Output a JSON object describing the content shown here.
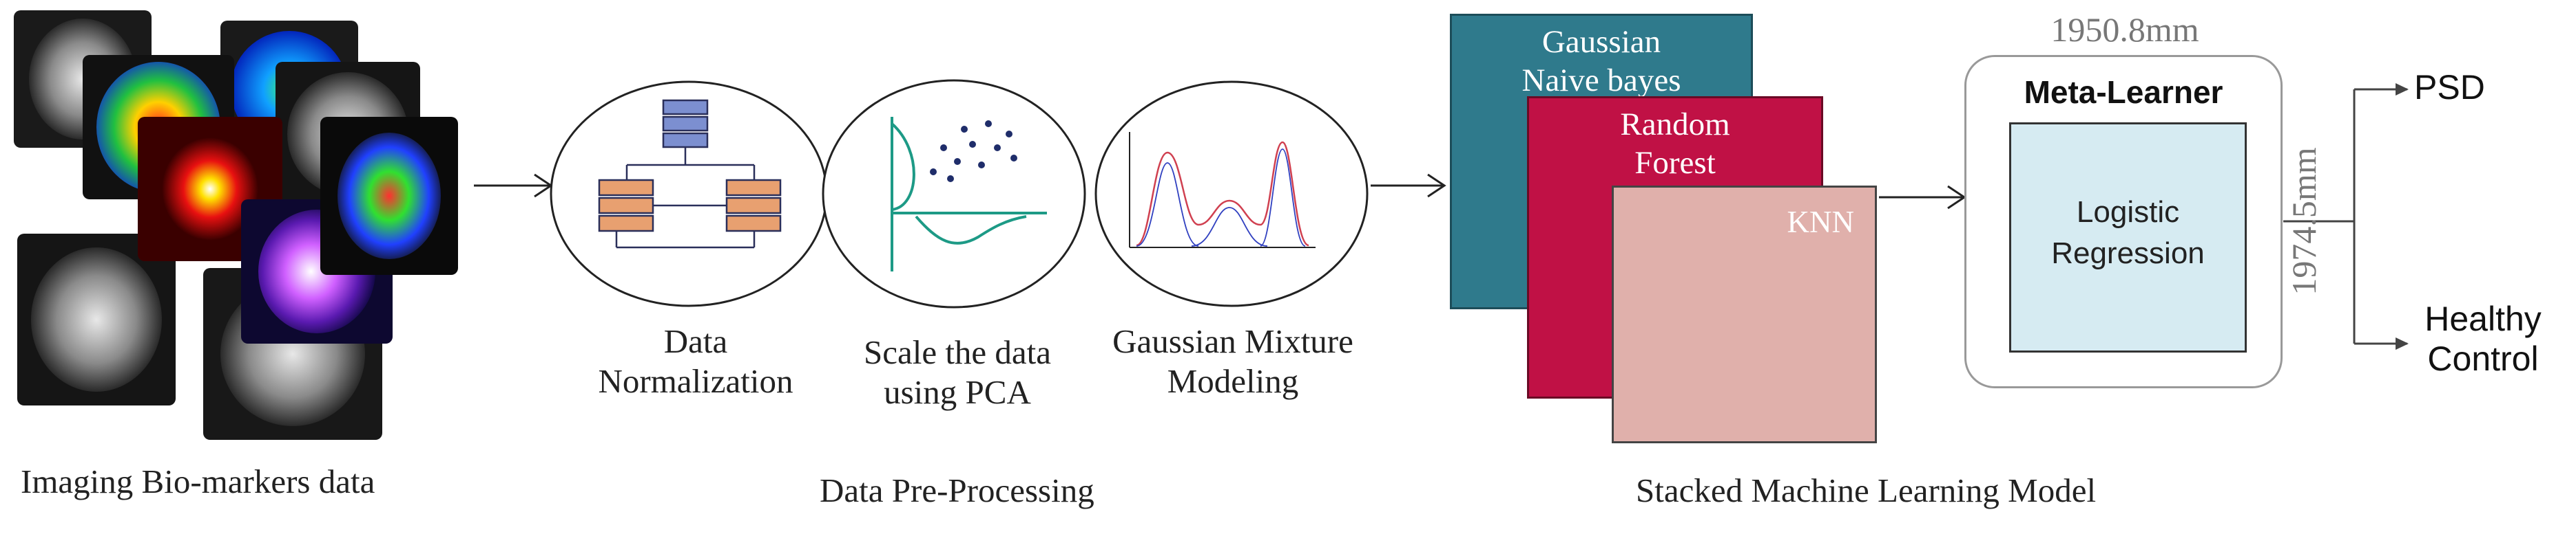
{
  "captions": {
    "imaging": "Imaging Bio-markers data",
    "preprocessing": "Data Pre-Processing",
    "stacked": "Stacked Machine Learning  Model"
  },
  "steps": {
    "normalization": [
      "Data",
      "Normalization"
    ],
    "pca": [
      "Scale the data",
      "using PCA"
    ],
    "gmm": [
      "Gaussian Mixture",
      "Modeling"
    ]
  },
  "base_learners": {
    "gnb": [
      "Gaussian",
      "Naive bayes"
    ],
    "rf": [
      "Random",
      "Forest"
    ],
    "knn": "KNN"
  },
  "meta": {
    "title": "Meta-Learner",
    "inner": [
      "Logistic",
      "Regression"
    ],
    "dim_width": "1950.8mm",
    "dim_height": "1974.5mm"
  },
  "outputs": {
    "psd": "PSD",
    "healthy": [
      "Healthy",
      "Control"
    ]
  },
  "colors": {
    "gnb": "#2f7a8c",
    "rf": "#c01145",
    "knn": "#e0b0ab",
    "logistic": "#d6ebf2",
    "arrow": "#222222"
  }
}
